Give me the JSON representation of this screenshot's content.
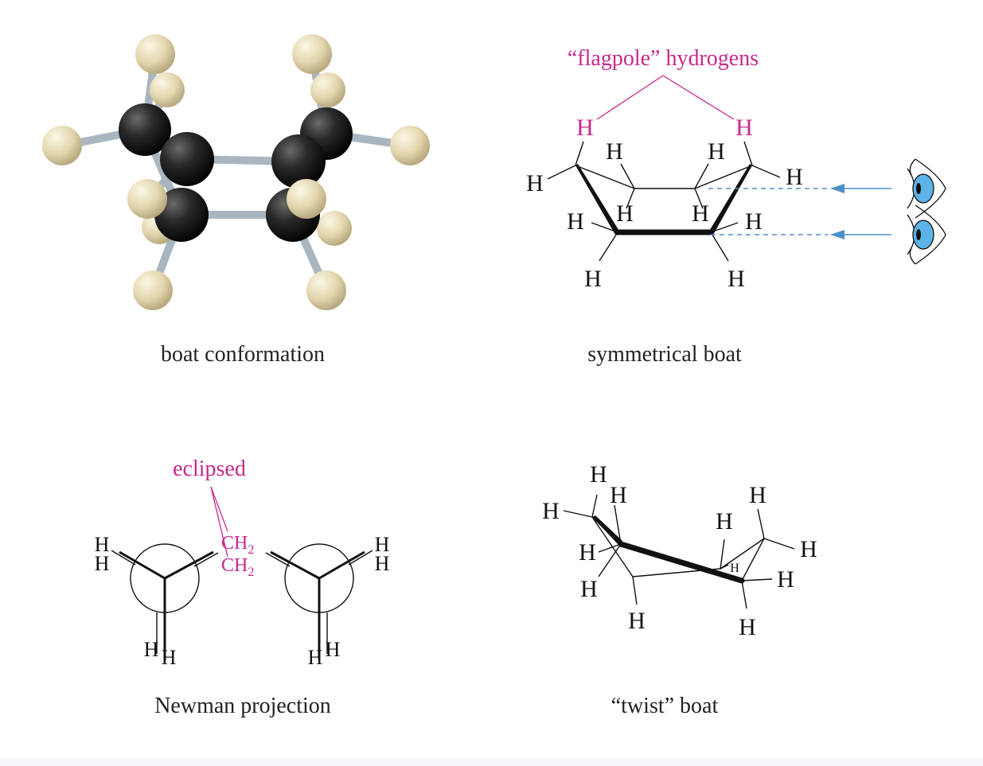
{
  "panels": {
    "ball_stick": {
      "caption": "boat conformation"
    },
    "symmetrical": {
      "caption": "symmetrical boat",
      "annotation": "“flagpole” hydrogens",
      "atom_label": "H"
    },
    "newman": {
      "caption": "Newman projection",
      "annotation": "eclipsed",
      "group_label": "CH",
      "group_subscript": "2",
      "atom_label": "H"
    },
    "twist": {
      "caption": "“twist” boat",
      "atom_label": "H"
    }
  },
  "colors": {
    "annotation": "#c8288c",
    "carbon": "#1b1b1b",
    "hydrogen": "#e7dcb4",
    "bond": "#a9b6c0",
    "arrow": "#4e8fc8",
    "eye": "#5bb3e8"
  }
}
